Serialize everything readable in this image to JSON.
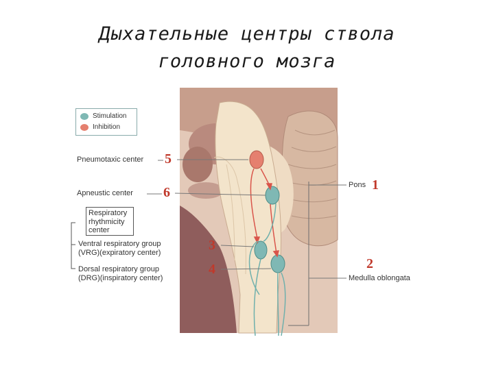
{
  "title": {
    "line1": "Дыхательные центры ствола",
    "line2": "головного мозга"
  },
  "legend": {
    "stimulation": "Stimulation",
    "inhibition": "Inhibition",
    "stimulation_color": "#7fb8b4",
    "inhibition_color": "#e5806f"
  },
  "labels": {
    "pneumotaxic": "Pneumotaxic center",
    "apneustic": "Apneustic center",
    "rhythmicity": [
      "Respiratory",
      "rhythmicity",
      "center"
    ],
    "vrg_line1": "Ventral respiratory group",
    "vrg_line2": "(VRG)(expiratory center)",
    "drg_line1": "Dorsal respiratory group",
    "drg_line2": "(DRG)(inspiratory center)",
    "pons": "Pons",
    "medulla": "Medulla oblongata"
  },
  "numbers": {
    "n1": "1",
    "n2": "2",
    "n3": "3",
    "n4": "4",
    "n5": "5",
    "n6": "6"
  }
}
